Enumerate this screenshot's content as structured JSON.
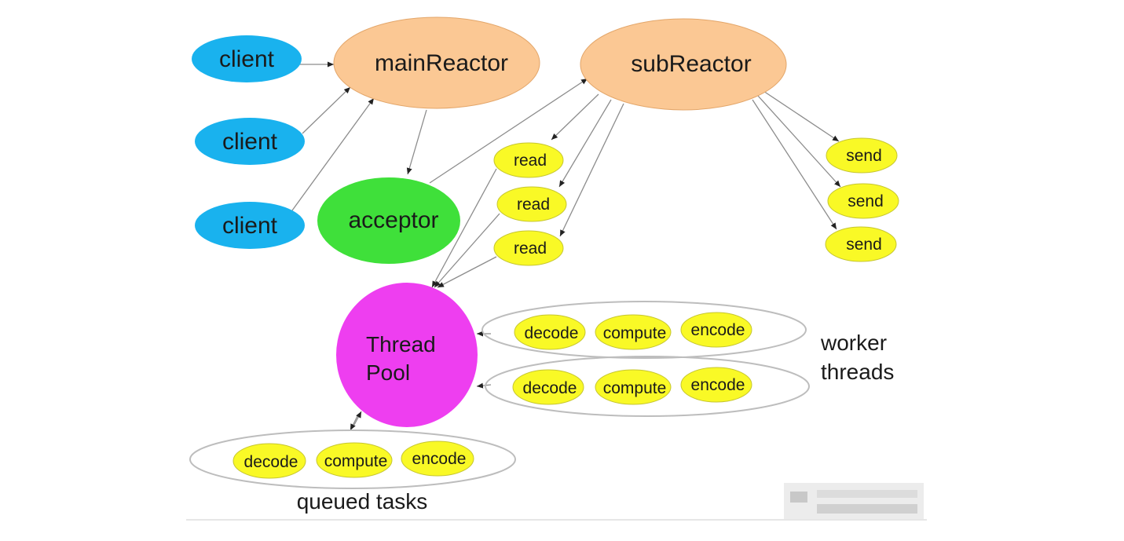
{
  "colors": {
    "client": "#19b2ee",
    "reactor": "#fbc894",
    "acceptor": "#3fe03a",
    "pool": "#ee3ef0",
    "task": "#f9f926",
    "task_stroke": "#c6c630",
    "edge": "#8c8c8c"
  },
  "nodes": {
    "client_1": "client",
    "client_2": "client",
    "client_3": "client",
    "main_reactor": "mainReactor",
    "sub_reactor": "subReactor",
    "acceptor": "acceptor",
    "read_1": "read",
    "read_2": "read",
    "read_3": "read",
    "send_1": "send",
    "send_2": "send",
    "send_3": "send",
    "thread_pool_line1": "Thread",
    "thread_pool_line2": "Pool"
  },
  "worker_threads": [
    {
      "decode": "decode",
      "compute": "compute",
      "encode": "encode"
    },
    {
      "decode": "decode",
      "compute": "compute",
      "encode": "encode"
    }
  ],
  "queued": {
    "decode": "decode",
    "compute": "compute",
    "encode": "encode"
  },
  "labels": {
    "worker_threads_line1": "worker",
    "worker_threads_line2": "threads",
    "queued_tasks": "queued tasks"
  }
}
